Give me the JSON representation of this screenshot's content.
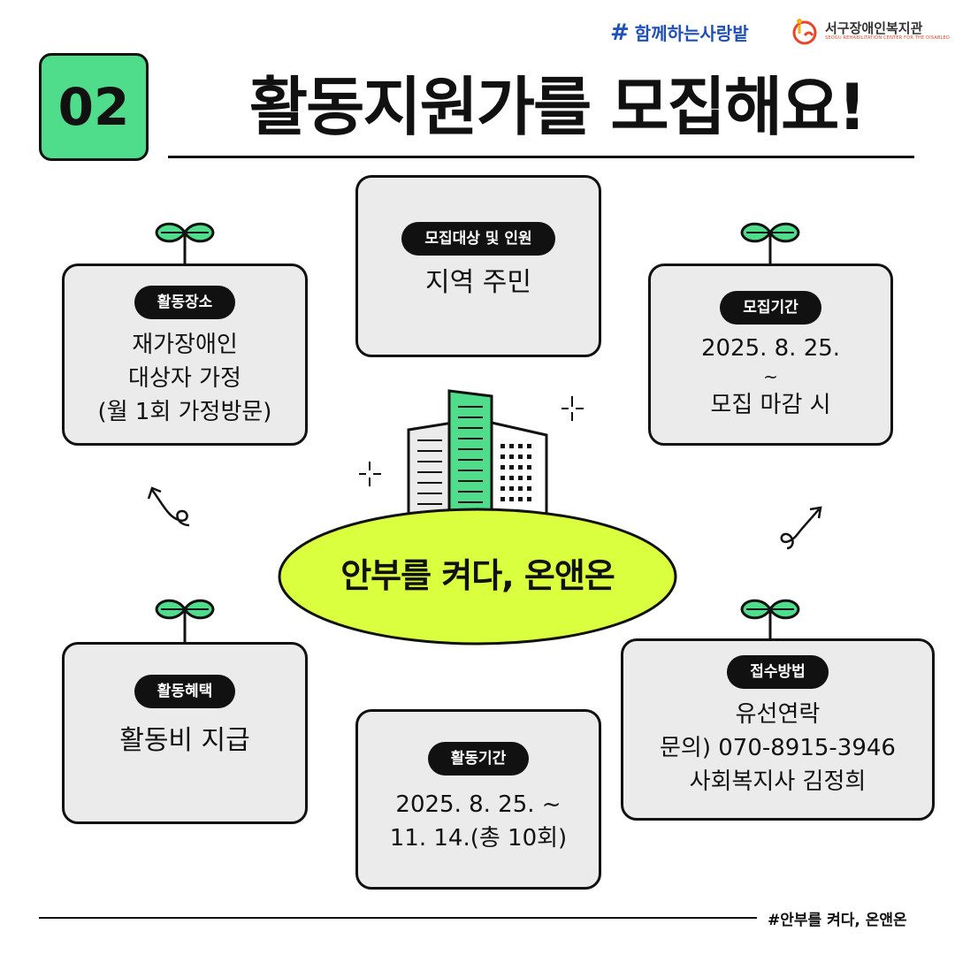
{
  "header": {
    "brand_hashtag_text": "함께하는사랑밭",
    "brand_org_name": "서구장애인복지관",
    "brand_org_english": "SEOGU REHABILITATION CENTER FOR THE DISABLED"
  },
  "title": {
    "number": "02",
    "heading": "활동지원가를 모집해요!"
  },
  "cards": {
    "location": {
      "label": "활동장소",
      "lines": [
        "재가장애인",
        "대상자 가정",
        "(월 1회 가정방문)"
      ]
    },
    "target": {
      "label": "모집대상 및 인원",
      "lines": [
        "지역 주민"
      ]
    },
    "period": {
      "label": "모집기간",
      "lines": [
        "2025. 8. 25.",
        "~",
        "모집 마감 시"
      ]
    },
    "benefit": {
      "label": "활동혜택",
      "lines": [
        "활동비 지급"
      ]
    },
    "activity_period": {
      "label": "활동기간",
      "lines": [
        "2025. 8. 25. ~",
        "11. 14.(총 10회)"
      ]
    },
    "apply": {
      "label": "접수방법",
      "lines": [
        "유선연락",
        "문의) 070-8915-3946",
        "사회복지사 김정희"
      ]
    }
  },
  "center": {
    "slogan": "안부를 켜다, 온앤온"
  },
  "footer": {
    "hashtag": "#안부를 켜다, 온앤온"
  },
  "colors": {
    "green": "#4fdd8c",
    "lime": "#d9ff3f",
    "card_bg": "#ebebeb",
    "brand_blue": "#1f4fb8"
  }
}
